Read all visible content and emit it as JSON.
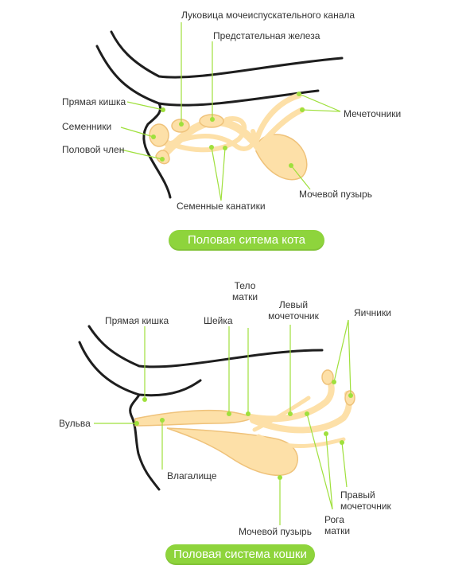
{
  "colors": {
    "organ_fill": "#fde0a8",
    "organ_stroke": "#efc27a",
    "pointer": "#9fe03c",
    "outline": "#1e1e1e",
    "badge": "#8ed43c"
  },
  "cat": {
    "title": "Половая ситема кота",
    "labels": {
      "bulb": "Луковица мочеиспускательного канала",
      "prostate": "Предстательная железа",
      "rectum": "Прямая кишка",
      "testes": "Семенники",
      "penis": "Половой член",
      "ureters": "Мечеточники",
      "bladder": "Мочевой пузырь",
      "cords": "Семенные канатики"
    }
  },
  "queen": {
    "title": "Половая система кошки",
    "labels": {
      "body_uterus": "Тело матки",
      "left_ureter": "Левый мочеточник",
      "ovaries": "Яичники",
      "rectum": "Прямая кишка",
      "cervix": "Шейка",
      "vulva": "Вульва",
      "vagina": "Влагалище",
      "right_ureter": "Правый мочеточник",
      "horns": "Рога матки",
      "bladder": "Мочевой пузырь"
    }
  }
}
